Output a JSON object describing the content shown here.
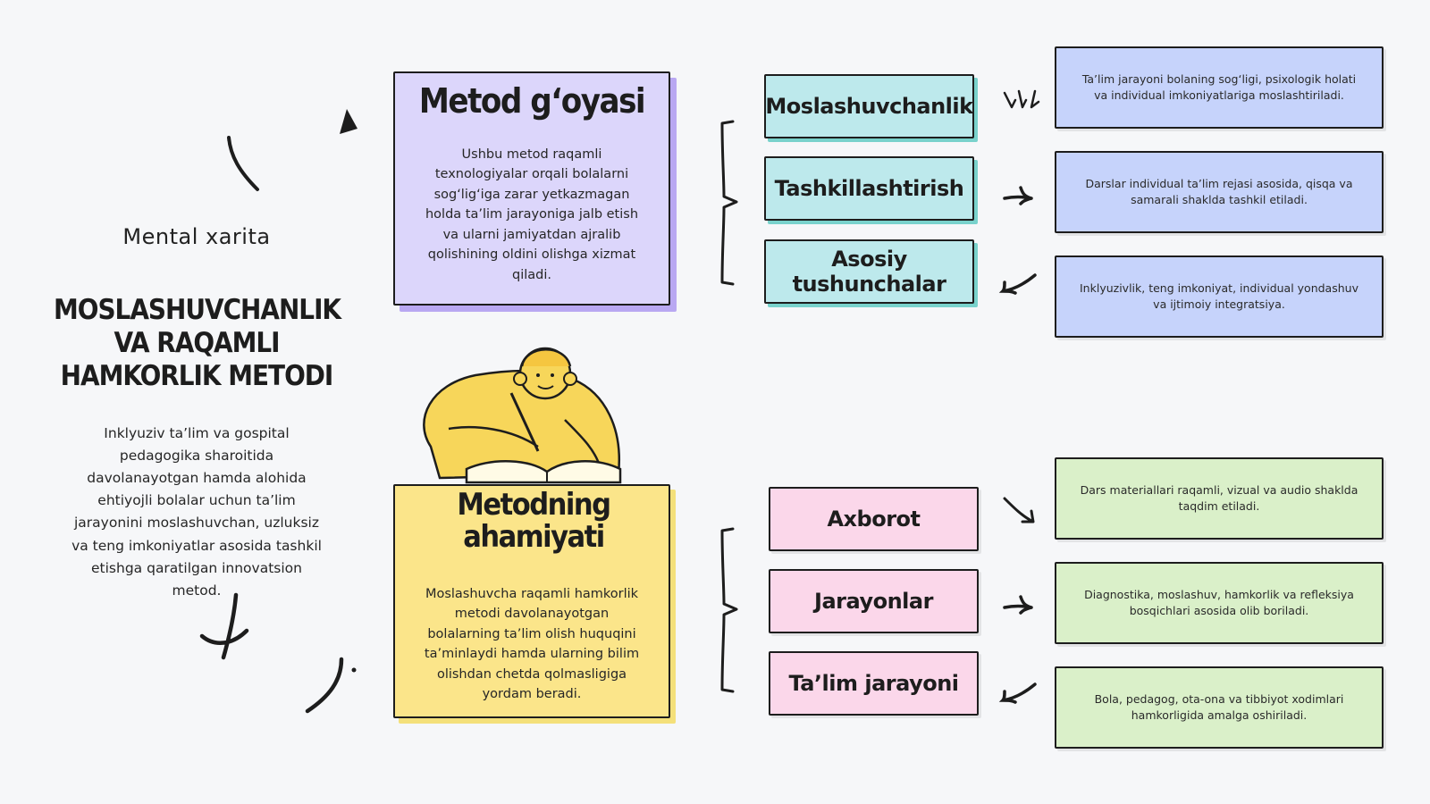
{
  "left": {
    "subtitle": "Mental xarita",
    "title": "MOSLASHUVCHANLIK VA RAQAMLI HAMKORLIK METODI",
    "description": "Inklyuziv ta’lim va gospital pedagogika sharoitida davolanayotgan hamda alohida ehtiyojli bolalar uchun ta’lim jarayonini moslashuvchan, uzluksiz va teng imkoniyatlar asosida tashkil etishga qaratilgan innovatsion metod."
  },
  "idea": {
    "title": "Metod g‘oyasi",
    "text": "Ushbu metod raqamli texnologiyalar orqali bolalarni sog‘lig‘iga zarar yetkazmagan holda ta’lim jarayoniga jalb etish va ularni jamiyatdan ajralib qolishining oldini olishga xizmat qiladi.",
    "branches": [
      {
        "label": "Moslashuvchanlik",
        "detail": "Ta’lim jarayoni bolaning sog‘ligi, psixologik holati va individual imkoniyatlariga moslashtiriladi."
      },
      {
        "label": "Tashkillashtirish",
        "detail": "Darslar individual ta’lim rejasi asosida, qisqa va samarali shaklda tashkil etiladi."
      },
      {
        "label": "Asosiy tushunchalar",
        "detail": "Inklyuzivlik, teng imkoniyat, individual yondashuv va ijtimoiy integratsiya."
      }
    ]
  },
  "importance": {
    "title": "Metodning ahamiyati",
    "text": "Moslashuvcha raqamli hamkorlik metodi davolanayotgan bolalarning ta’lim olish huquqini ta’minlaydi hamda ularning bilim olishdan chetda qolmasligiga yordam beradi.",
    "branches": [
      {
        "label": "Axborot",
        "detail": "Dars materiallari raqamli, vizual va audio shaklda taqdim etiladi."
      },
      {
        "label": "Jarayonlar",
        "detail": "Diagnostika, moslashuv, hamkorlik va refleksiya bosqichlari asosida olib boriladi."
      },
      {
        "label": "Ta’lim jarayoni",
        "detail": "Bola, pedagog, ota-ona va tibbiyot xodimlari hamkorligida amalga oshiriladi."
      }
    ]
  },
  "colors": {
    "background": "#f6f7f9",
    "idea_box": "#dcd6fb",
    "idea_shadow": "#b9a8f2",
    "teal_label": "#bde9ec",
    "blue_detail": "#c6d3fb",
    "yellow_box": "#fbe58a",
    "pink_label": "#fbd7ea",
    "green_detail": "#daf0c9",
    "illustration": "#f7d65a"
  },
  "icons": [
    "arrow-doodle-icon",
    "curly-brace-icon",
    "student-reading-illustration"
  ]
}
